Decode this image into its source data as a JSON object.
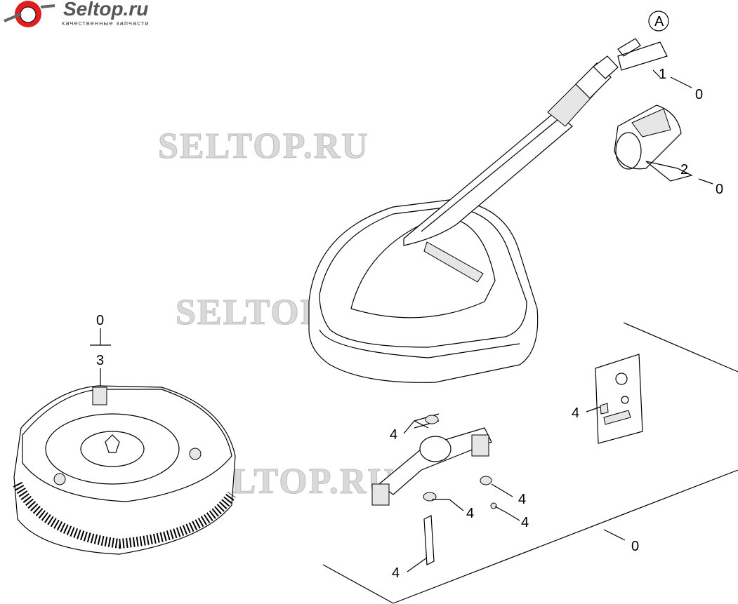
{
  "logo": {
    "title": "Seltop.ru",
    "subtitle": "качественные запчасти",
    "color": "#e02020"
  },
  "watermark": "SELTOP.RU",
  "callouts": {
    "a": "A",
    "c1": "1",
    "c1_parent": "0",
    "c2": "2",
    "c2_parent": "0",
    "c3_parent": "0",
    "c3": "3",
    "c4a": "4",
    "c4b": "4",
    "c4c": "4",
    "c4d": "4",
    "c4e": "4",
    "c4f": "4",
    "c0_bottom": "0"
  }
}
